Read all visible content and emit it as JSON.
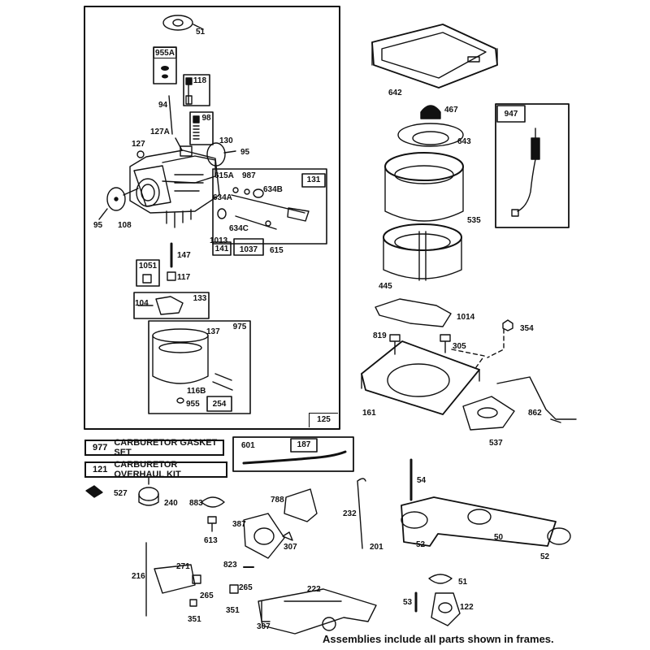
{
  "footer_note": "Assemblies include all parts shown in frames.",
  "kits": [
    {
      "number": "977",
      "label": "CARBURETOR GASKET SET"
    },
    {
      "number": "121",
      "label": "CARBURETOR OVERHAUL KIT"
    }
  ],
  "frames": {
    "carburetor": "125",
    "throttle_shaft": "131",
    "choke_plate": "141",
    "spring_kit": "1037",
    "needle": "955A",
    "screw": "118",
    "spring": "98",
    "float_bowl": "975",
    "bowl_parts": "254",
    "float": "133",
    "primer": "1051",
    "primer_line": "187",
    "sensor": "947"
  },
  "part_numbers": {
    "p51a": "51",
    "p94": "94",
    "p127a": "127A",
    "p127": "127",
    "p130": "130",
    "p95a": "95",
    "p95b": "95",
    "p108": "108",
    "p615a": "615A",
    "p987": "987",
    "p634a": "634A",
    "p634b": "634B",
    "p634c": "634C",
    "p1013": "1013",
    "p615": "615",
    "p147": "147",
    "p117": "117",
    "p104": "104",
    "p137": "137",
    "p116b": "116B",
    "p955": "955",
    "p642": "642",
    "p467": "467",
    "p643": "643",
    "p535": "535",
    "p445": "445",
    "p1014": "1014",
    "p819": "819",
    "p305": "305",
    "p354": "354",
    "p161": "161",
    "p537": "537",
    "p862": "862",
    "p601": "601",
    "p527": "527",
    "p240": "240",
    "p883": "883",
    "p613": "613",
    "p788": "788",
    "p387": "387",
    "p307a": "307",
    "p232": "232",
    "p201": "201",
    "p54": "54",
    "p50": "50",
    "p52a": "52",
    "p52b": "52",
    "p271": "271",
    "p216": "216",
    "p265a": "265",
    "p351a": "351",
    "p823": "823",
    "p265b": "265",
    "p351b": "351",
    "p222": "222",
    "p307b": "307",
    "p51b": "51",
    "p53": "53",
    "p122": "122"
  }
}
